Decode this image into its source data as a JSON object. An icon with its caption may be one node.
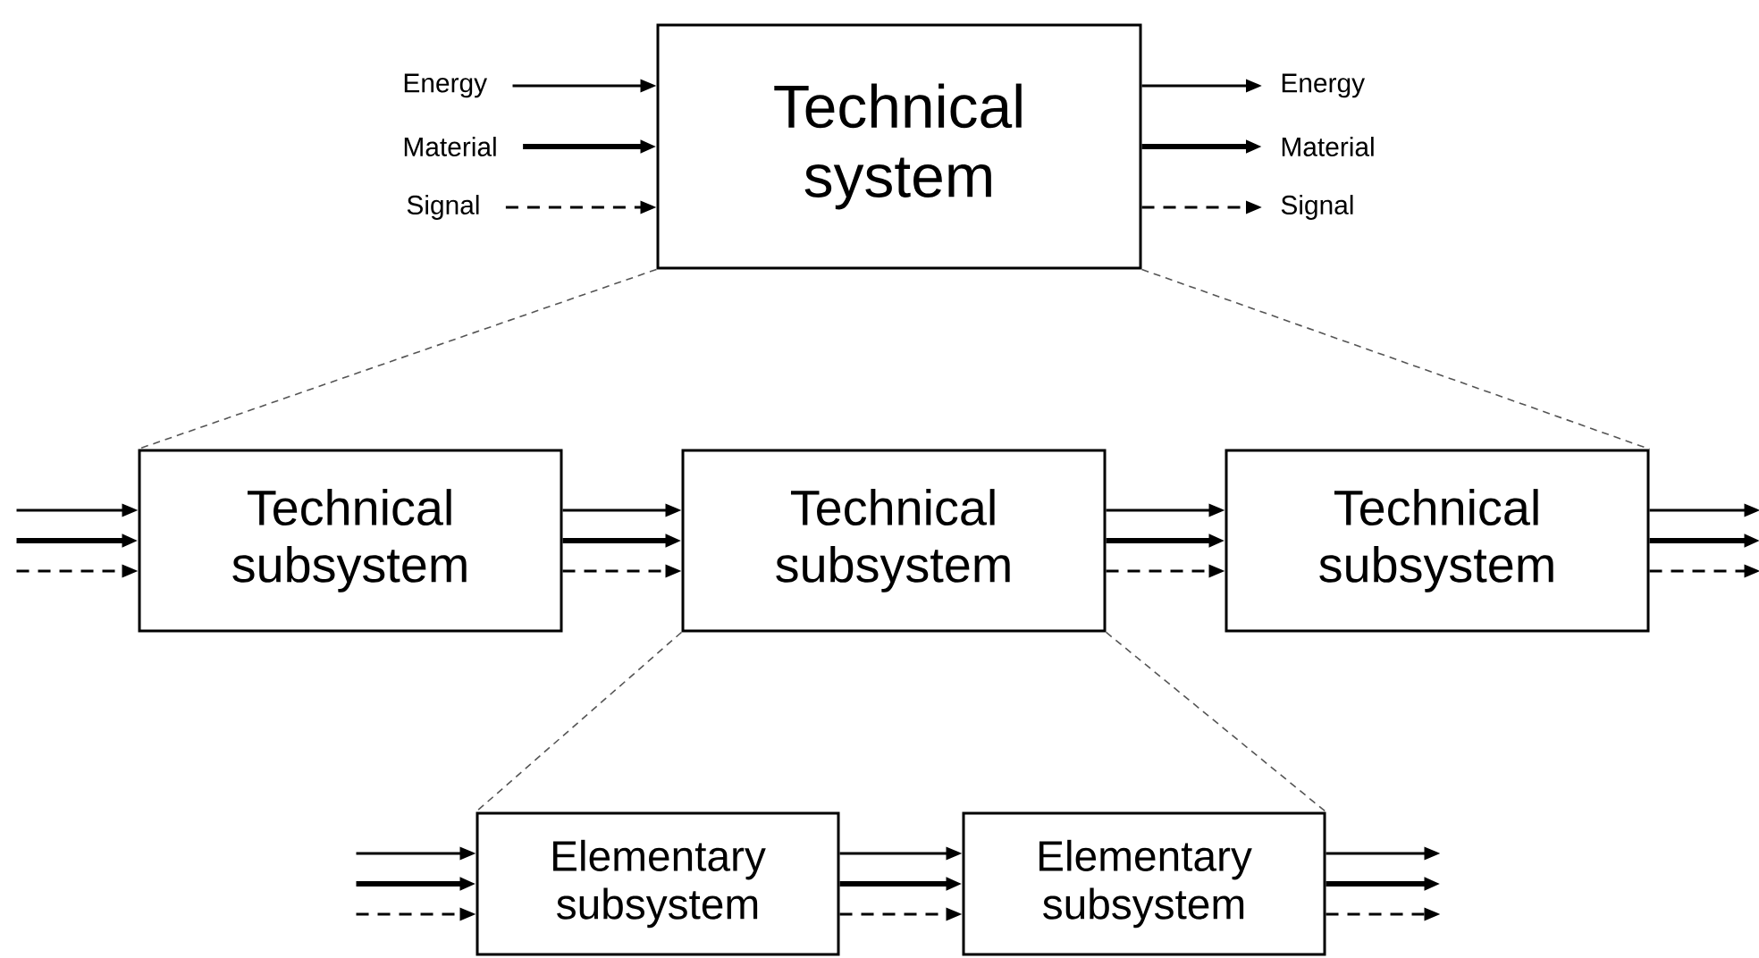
{
  "diagram": {
    "nodes": [
      {
        "text": [
          "Technical system"
        ]
      },
      {
        "text": [
          "Energy"
        ]
      },
      {
        "text": [
          "Material"
        ]
      },
      {
        "text": [
          "Signal"
        ]
      },
      {
        "text": [
          "Energy"
        ]
      },
      {
        "text": [
          "Material"
        ]
      },
      {
        "text": [
          "Signal"
        ]
      },
      {
        "text": [
          "Technical subsystem"
        ]
      },
      {
        "text": [
          "Technical subsystem"
        ]
      },
      {
        "text": [
          "Technical subsystem"
        ]
      },
      {
        "text": [
          "Elementary subsystem"
        ]
      },
      {
        "text": [
          "Elementary subsystem"
        ]
      }
    ],
    "edges": [
      {
        "from": 1,
        "to": 0,
        "arrow": "to"
      },
      {
        "from": 2,
        "to": 0,
        "arrow": "to",
        "style": "thick"
      },
      {
        "from": 3,
        "to": 0,
        "arrow": "to",
        "style": "dashed"
      },
      {
        "from": 0,
        "to": 4,
        "arrow": "to"
      },
      {
        "from": 0,
        "to": 5,
        "arrow": "to",
        "style": "thick"
      },
      {
        "from": 0,
        "to": 6,
        "arrow": "to",
        "style": "dashed"
      },
      {
        "from": null,
        "to": 7,
        "arrow": "to"
      },
      {
        "from": null,
        "to": 7,
        "arrow": "to",
        "style": "thick"
      },
      {
        "from": null,
        "to": 7,
        "arrow": "to",
        "style": "dashed"
      },
      {
        "from": 7,
        "to": 8,
        "arrow": "to"
      },
      {
        "from": 7,
        "to": 8,
        "arrow": "to",
        "style": "thick"
      },
      {
        "from": 7,
        "to": 8,
        "arrow": "to",
        "style": "dashed"
      },
      {
        "from": 8,
        "to": 9,
        "arrow": "to"
      },
      {
        "from": 8,
        "to": 9,
        "arrow": "to",
        "style": "thick"
      },
      {
        "from": 8,
        "to": 9,
        "arrow": "to",
        "style": "dashed"
      },
      {
        "from": 9,
        "to": null,
        "arrow": "to"
      },
      {
        "from": 9,
        "to": null,
        "arrow": "to",
        "style": "thick"
      },
      {
        "from": 9,
        "to": null,
        "arrow": "to",
        "style": "dashed"
      },
      {
        "from": null,
        "to": 10,
        "arrow": "to"
      },
      {
        "from": null,
        "to": 10,
        "arrow": "to",
        "style": "thick"
      },
      {
        "from": null,
        "to": 10,
        "arrow": "to",
        "style": "dashed"
      },
      {
        "from": 10,
        "to": 11,
        "arrow": "to"
      },
      {
        "from": 10,
        "to": 11,
        "arrow": "to",
        "style": "thick"
      },
      {
        "from": 10,
        "to": 11,
        "arrow": "to",
        "style": "dashed"
      },
      {
        "from": 11,
        "to": null,
        "arrow": "to"
      },
      {
        "from": 11,
        "to": null,
        "arrow": "to",
        "style": "thick"
      },
      {
        "from": 11,
        "to": null,
        "arrow": "to",
        "style": "dashed"
      },
      {
        "from": 0,
        "to": 7,
        "arrow": "none",
        "style": "dashed",
        "color": "#555555"
      },
      {
        "from": 0,
        "to": 9,
        "arrow": "none",
        "style": "dashed",
        "color": "#555555"
      },
      {
        "from": 8,
        "to": 10,
        "arrow": "none",
        "style": "dashed",
        "color": "#555555"
      },
      {
        "from": 8,
        "to": 11,
        "arrow": "none",
        "style": "dashed",
        "color": "#555555"
      }
    ]
  }
}
